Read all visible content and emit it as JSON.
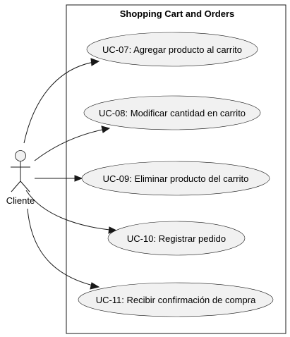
{
  "boundary": {
    "title": "Shopping Cart and Orders"
  },
  "actor": {
    "name": "Cliente"
  },
  "use_cases": [
    {
      "id": "UC-07",
      "label": "UC-07: Agregar producto al carrito"
    },
    {
      "id": "UC-08",
      "label": "UC-08: Modificar cantidad en carrito"
    },
    {
      "id": "UC-09",
      "label": "UC-09: Eliminar producto del carrito"
    },
    {
      "id": "UC-10",
      "label": "UC-10: Registrar pedido"
    },
    {
      "id": "UC-11",
      "label": "UC-11: Recibir confirmación de compra"
    }
  ],
  "associations": [
    {
      "from": "Cliente",
      "to": "UC-07"
    },
    {
      "from": "Cliente",
      "to": "UC-08"
    },
    {
      "from": "Cliente",
      "to": "UC-09"
    },
    {
      "from": "Cliente",
      "to": "UC-10"
    },
    {
      "from": "Cliente",
      "to": "UC-11"
    }
  ],
  "colors": {
    "stroke": "#181818",
    "usecase_fill": "#f1f1f1",
    "background": "#ffffff"
  }
}
